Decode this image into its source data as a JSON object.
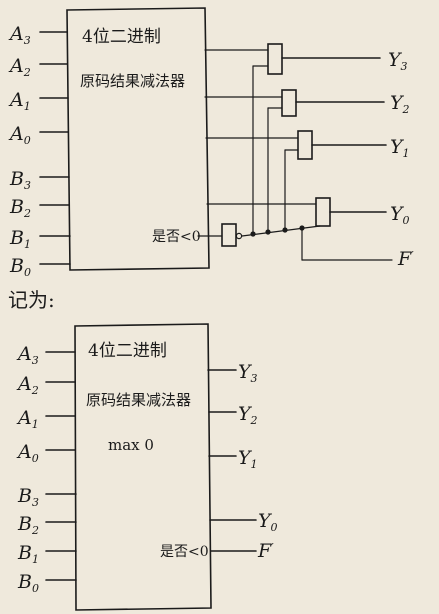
{
  "top": {
    "title": "4位二进制",
    "subtitle": "原码结果减法器",
    "inputs": [
      {
        "base": "A",
        "sub": "3"
      },
      {
        "base": "A",
        "sub": "2"
      },
      {
        "base": "A",
        "sub": "1"
      },
      {
        "base": "A",
        "sub": "0"
      },
      {
        "base": "B",
        "sub": "3"
      },
      {
        "base": "B",
        "sub": "2"
      },
      {
        "base": "B",
        "sub": "1"
      },
      {
        "base": "B",
        "sub": "0"
      }
    ],
    "outputs": [
      {
        "base": "Y",
        "sub": "3"
      },
      {
        "base": "Y",
        "sub": "2"
      },
      {
        "base": "Y",
        "sub": "1"
      },
      {
        "base": "Y",
        "sub": "0"
      },
      {
        "base": "F",
        "sub": "′"
      }
    ],
    "sign_label": "是否<0"
  },
  "note": "记为:",
  "bottom": {
    "title": "4位二进制",
    "subtitle": "原码结果减法器",
    "extra": "max 0",
    "inputs": [
      {
        "base": "A",
        "sub": "3"
      },
      {
        "base": "A",
        "sub": "2"
      },
      {
        "base": "A",
        "sub": "1"
      },
      {
        "base": "A",
        "sub": "0"
      },
      {
        "base": "B",
        "sub": "3"
      },
      {
        "base": "B",
        "sub": "2"
      },
      {
        "base": "B",
        "sub": "1"
      },
      {
        "base": "B",
        "sub": "0"
      }
    ],
    "outputs": [
      {
        "base": "Y",
        "sub": "3"
      },
      {
        "base": "Y",
        "sub": "2"
      },
      {
        "base": "Y",
        "sub": "1"
      },
      {
        "base": "Y",
        "sub": "0"
      },
      {
        "base": "F",
        "sub": "′"
      }
    ],
    "sign_label": "是否<0"
  }
}
